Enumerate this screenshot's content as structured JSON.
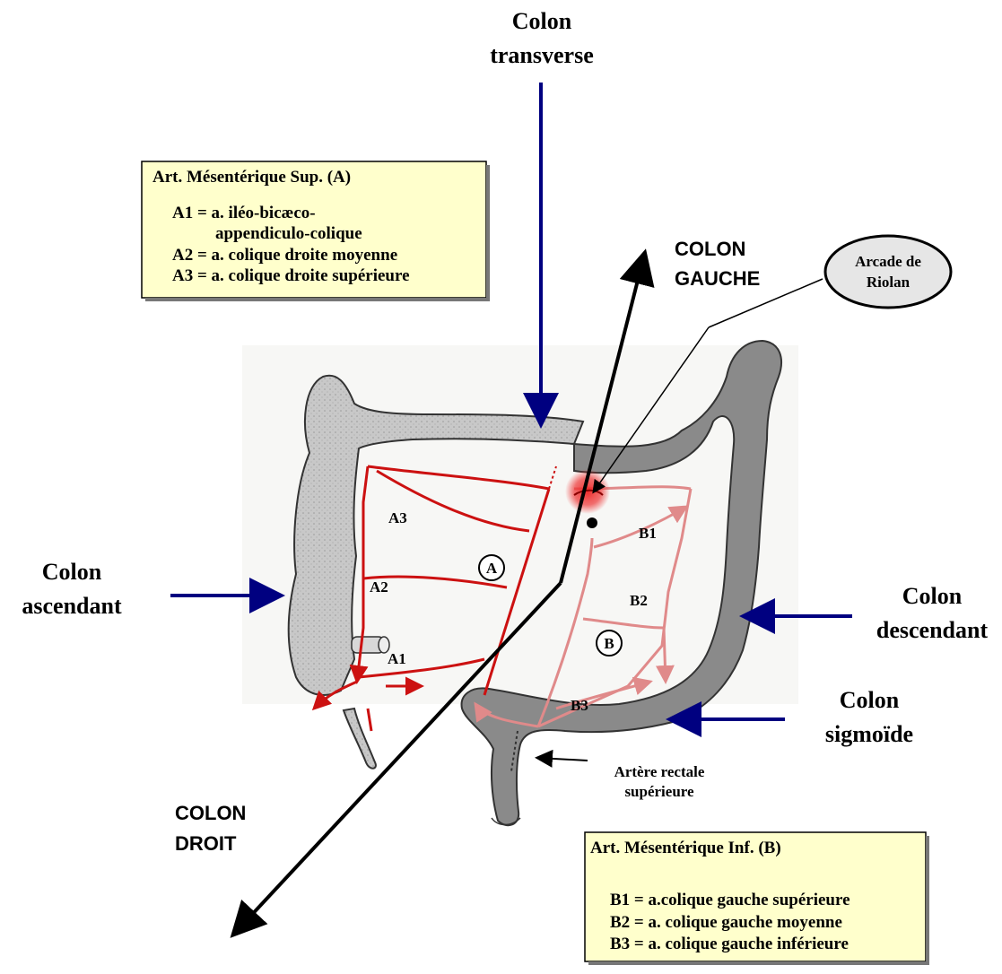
{
  "labels": {
    "colon_transverse": [
      "Colon",
      "transverse"
    ],
    "colon_ascendant": [
      "Colon",
      "ascendant"
    ],
    "colon_descendant": [
      "Colon",
      "descendant"
    ],
    "colon_sigmoide": [
      "Colon",
      "sigmoïde"
    ],
    "colon_gauche": [
      "COLON",
      "GAUCHE"
    ],
    "colon_droit": [
      "COLON",
      "DROIT"
    ],
    "arcade_riolan": [
      "Arcade de",
      "Riolan"
    ],
    "artere_rectale": [
      "Artère rectale",
      "supérieure"
    ]
  },
  "legend_a": {
    "title": "Art. Mésentérique Sup. (A)",
    "lines": [
      "A1 = a. iléo-bicæco-",
      "appendiculo-colique",
      "A2 = a. colique droite moyenne",
      "A3 = a. colique droite supérieure"
    ]
  },
  "legend_b": {
    "title": "Art. Mésentérique Inf. (B)",
    "lines": [
      "B1 = a.colique gauche supérieure",
      "B2 = a. colique gauche moyenne",
      "B3 = a. colique gauche inférieure"
    ]
  },
  "branches": {
    "a1": "A1",
    "a2": "A2",
    "a3": "A3",
    "b1": "B1",
    "b2": "B2",
    "b3": "B3",
    "circle_a": "A",
    "circle_b": "B"
  },
  "colors": {
    "legend_bg": "#ffffcc",
    "arrow_blue": "#000080",
    "artery_sup": "#cc1111",
    "artery_inf": "#e8a0a0",
    "colon_right": "#c8c8c8",
    "colon_left": "#8a8a8a",
    "riolan_glow": "#ee3333"
  }
}
